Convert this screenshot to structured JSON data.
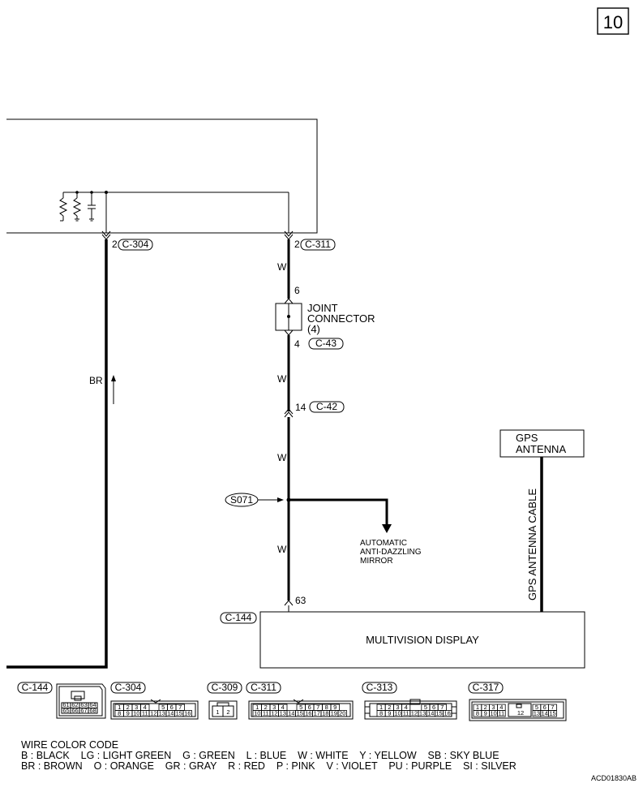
{
  "page_number": "10",
  "diagram_code": "ACD01830AB",
  "connectors": {
    "c304_pin": "2",
    "c304": "C-304",
    "c311_pin": "2",
    "c311": "C-311",
    "joint_pin_top": "6",
    "joint_pin_bottom": "4",
    "c43": "C-43",
    "c42_pin": "14",
    "c42": "C-42",
    "c144_pin": "63",
    "c144": "C-144"
  },
  "joint_connector": {
    "line1": "JOINT",
    "line2": "CONNECTOR",
    "line3": "(4)"
  },
  "wire_labels": {
    "br": "BR",
    "w1": "W",
    "w2": "W",
    "w3": "W",
    "w4": "W"
  },
  "splice": "S071",
  "mirror": {
    "line1": "AUTOMATIC",
    "line2": "ANTI-DAZZLING",
    "line3": "MIRROR"
  },
  "gps": {
    "line1": "GPS",
    "line2": "ANTENNA",
    "cable": "GPS ANTENNA CABLE"
  },
  "display": {
    "label": "MULTIVISION DISPLAY"
  },
  "connector_views": {
    "c144": {
      "label": "C-144",
      "row1": [
        "61",
        "62",
        "63",
        "64"
      ],
      "row2": [
        "65",
        "66",
        "67",
        "68"
      ]
    },
    "c304": {
      "label": "C-304",
      "row1": [
        "1",
        "2",
        "3",
        "4",
        "",
        "5",
        "6",
        "7"
      ],
      "row2": [
        "8",
        "9",
        "10",
        "11",
        "12",
        "13",
        "14",
        "15",
        "16"
      ]
    },
    "c309": {
      "label": "C-309",
      "row1": [
        "1",
        "2"
      ]
    },
    "c311": {
      "label": "C-311",
      "row1": [
        "1",
        "2",
        "3",
        "4",
        "",
        "5",
        "6",
        "7",
        "8",
        "9"
      ],
      "row2": [
        "10",
        "11",
        "12",
        "13",
        "14",
        "15",
        "16",
        "17",
        "18",
        "19",
        "20"
      ]
    },
    "c313": {
      "label": "C-313",
      "row1": [
        "1",
        "2",
        "3",
        "4",
        "",
        "5",
        "6",
        "7"
      ],
      "row2": [
        "8",
        "9",
        "10",
        "11",
        "12",
        "13",
        "14",
        "15",
        "16"
      ]
    },
    "c317": {
      "label": "C-317",
      "row1": [
        "1",
        "2",
        "3",
        "4",
        "5",
        "6",
        "7"
      ],
      "row2": [
        "8",
        "9",
        "10",
        "11",
        "13",
        "14",
        "15"
      ],
      "center": "12"
    }
  },
  "wire_color_code": {
    "title": "WIRE COLOR CODE",
    "line1": "B : BLACK    LG : LIGHT GREEN    G : GREEN    L : BLUE    W : WHITE    Y : YELLOW    SB : SKY BLUE",
    "line2": "BR : BROWN    O : ORANGE    GR : GRAY    R : RED    P : PINK    V : VIOLET    PU : PURPLE    SI : SILVER"
  }
}
